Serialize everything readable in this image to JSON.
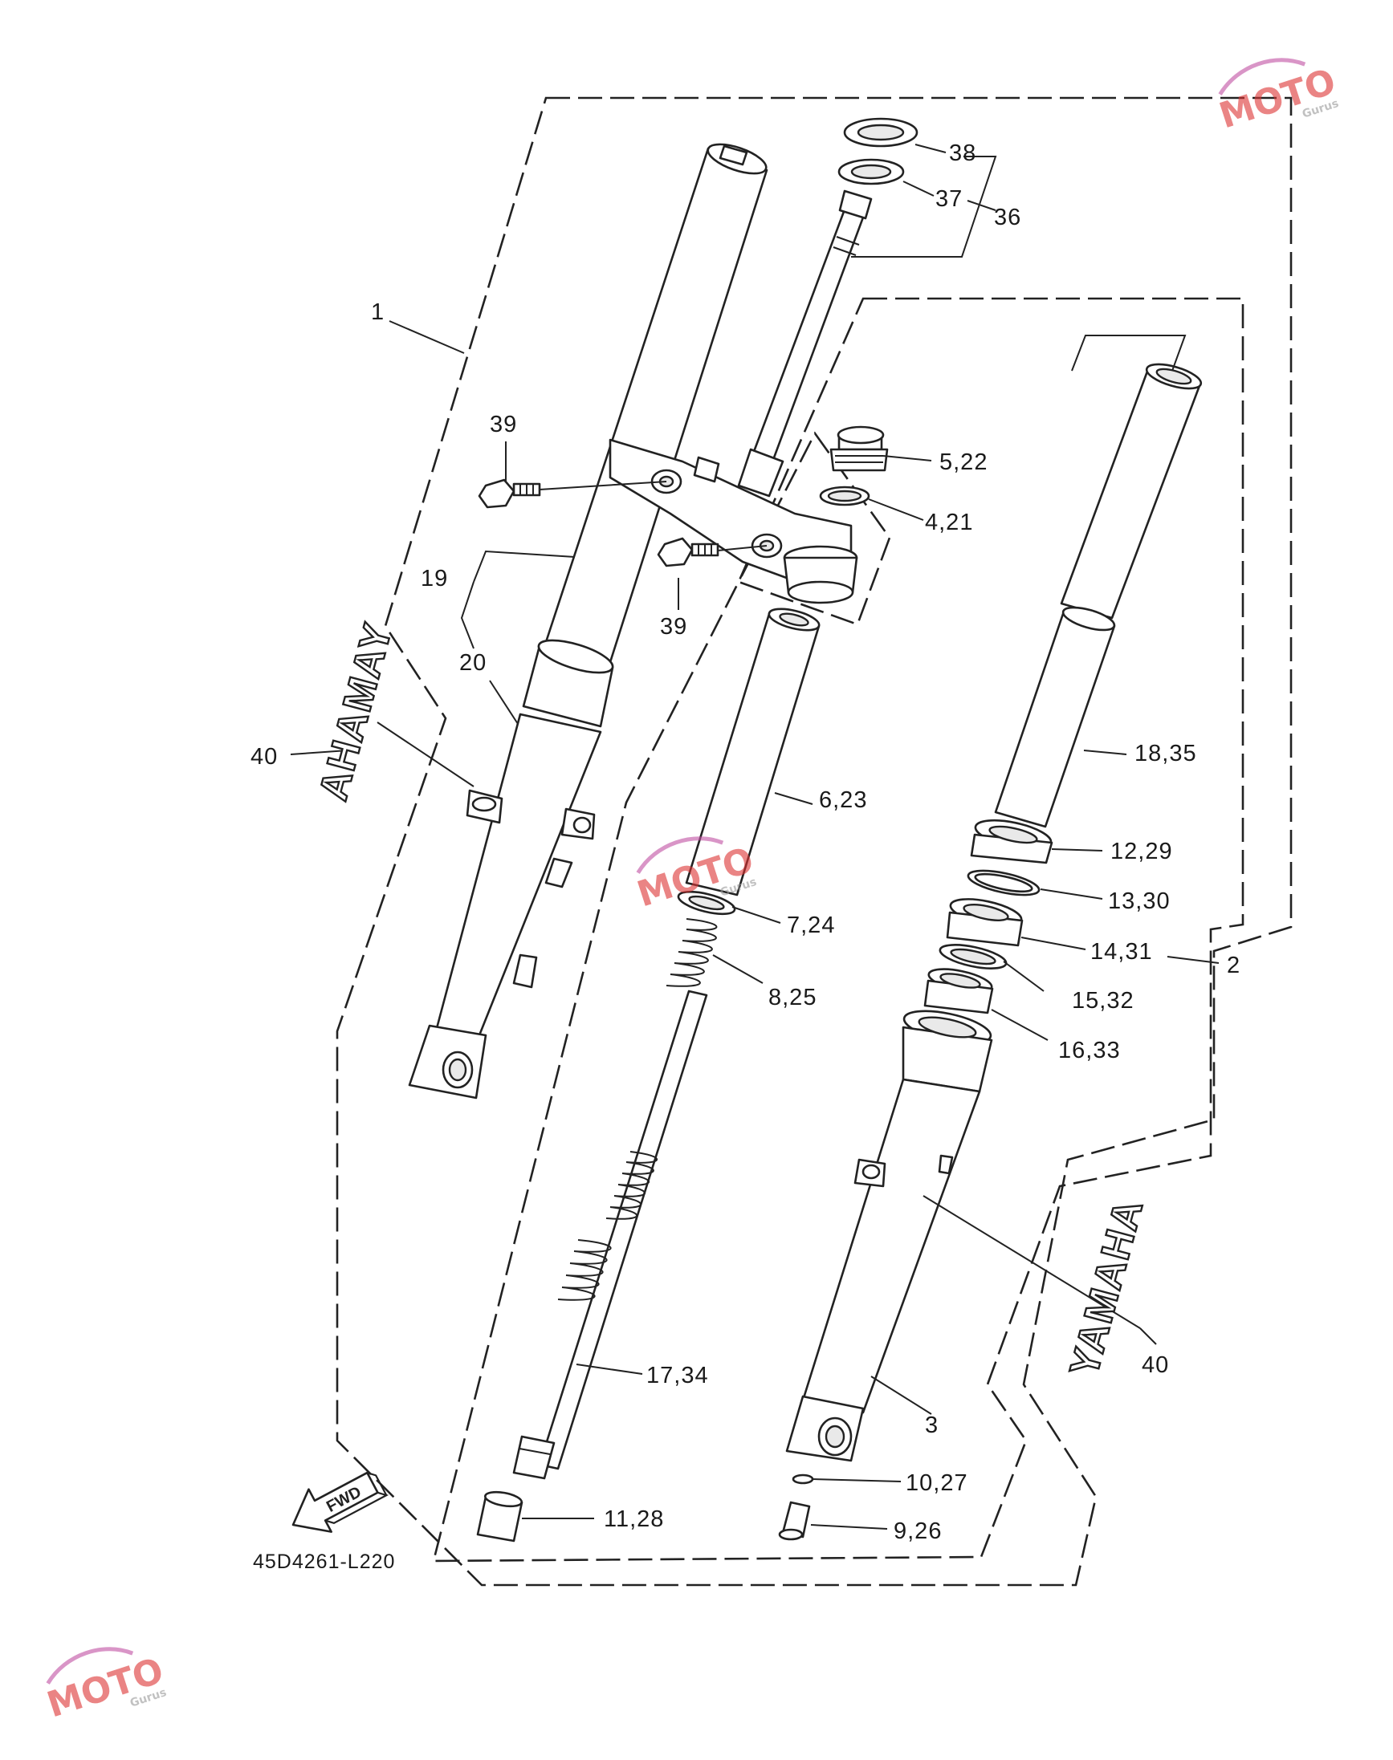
{
  "diagram_code": "45D4261-L220",
  "fwd_label": "FWD",
  "brand_text": "YAMAHA",
  "brand_text_mirrored": "AHAMAY",
  "watermark": {
    "main": "MOTO",
    "sub": "Gurus"
  },
  "callouts": [
    {
      "id": "c38",
      "text": "38"
    },
    {
      "id": "c37",
      "text": "37"
    },
    {
      "id": "c36",
      "text": "36"
    },
    {
      "id": "c1",
      "text": "1"
    },
    {
      "id": "c39a",
      "text": "39"
    },
    {
      "id": "c39b",
      "text": "39"
    },
    {
      "id": "c5_22",
      "text": "5,22"
    },
    {
      "id": "c4_21",
      "text": "4,21"
    },
    {
      "id": "c19",
      "text": "19"
    },
    {
      "id": "c20",
      "text": "20"
    },
    {
      "id": "c40a",
      "text": "40"
    },
    {
      "id": "c6_23",
      "text": "6,23"
    },
    {
      "id": "c18_35",
      "text": "18,35"
    },
    {
      "id": "c12_29",
      "text": "12,29"
    },
    {
      "id": "c13_30",
      "text": "13,30"
    },
    {
      "id": "c7_24",
      "text": "7,24"
    },
    {
      "id": "c14_31",
      "text": "14,31"
    },
    {
      "id": "c2",
      "text": "2"
    },
    {
      "id": "c8_25",
      "text": "8,25"
    },
    {
      "id": "c15_32",
      "text": "15,32"
    },
    {
      "id": "c16_33",
      "text": "16,33"
    },
    {
      "id": "c40b",
      "text": "40"
    },
    {
      "id": "c17_34",
      "text": "17,34"
    },
    {
      "id": "c3",
      "text": "3"
    },
    {
      "id": "c10_27",
      "text": "10,27"
    },
    {
      "id": "c11_28",
      "text": "11,28"
    },
    {
      "id": "c9_26",
      "text": "9,26"
    }
  ]
}
